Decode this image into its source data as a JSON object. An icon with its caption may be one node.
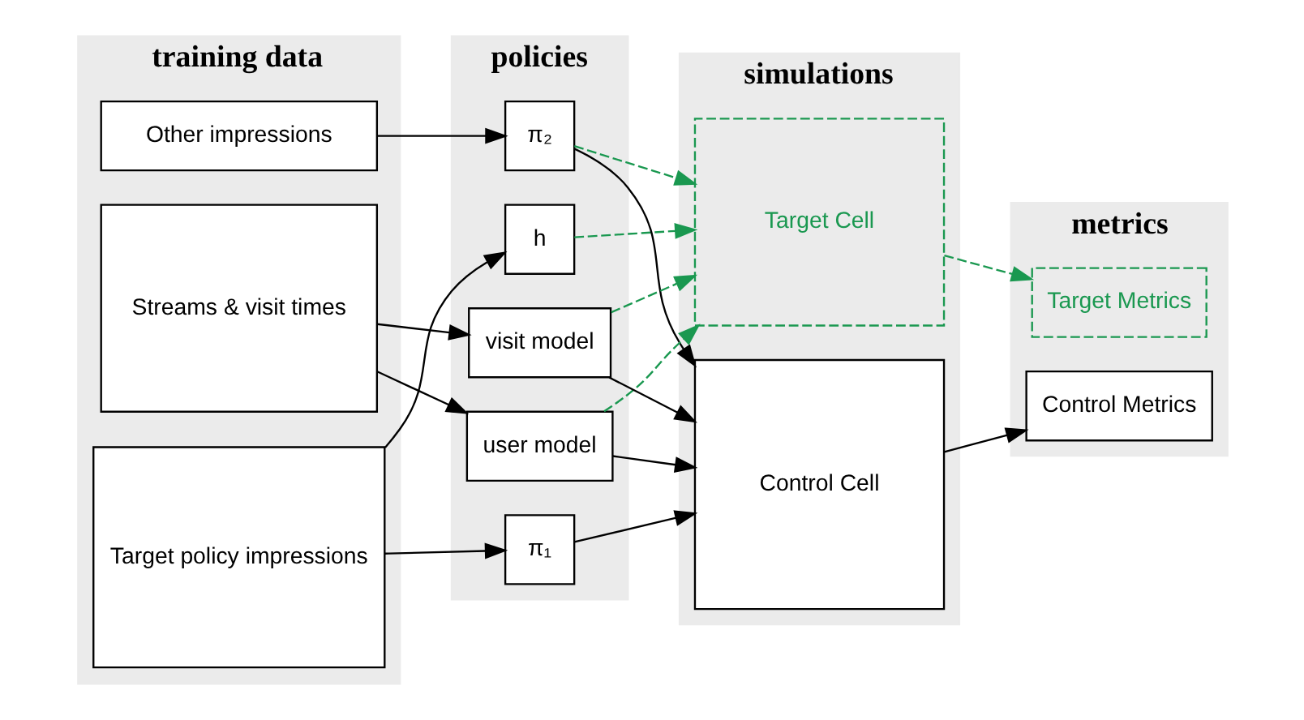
{
  "diagram": {
    "nodes": [
      {
        "text": [
          "training data"
        ]
      },
      {
        "text": [
          "Target policy impressions"
        ],
        "in": 0
      },
      {
        "text": [
          "Other impressions"
        ],
        "in": 0
      },
      {
        "text": [
          "Streams & visit times"
        ],
        "in": 0
      },
      {
        "text": [
          "policies"
        ]
      },
      {
        "text": [
          "h"
        ],
        "in": 4
      },
      {
        "text": [
          "π₁"
        ],
        "in": 4
      },
      {
        "text": [
          "π₂"
        ],
        "in": 4
      },
      {
        "text": [
          "user model"
        ],
        "in": 4
      },
      {
        "text": [
          "visit model"
        ],
        "in": 4
      },
      {
        "text": [
          "simulations"
        ]
      },
      {
        "text": [
          "Target Cell"
        ],
        "in": 10
      },
      {
        "text": [
          "Control Cell"
        ],
        "in": 10
      },
      {
        "text": [
          "metrics"
        ]
      },
      {
        "text": [
          "Target Metrics"
        ],
        "in": 13
      },
      {
        "text": [
          "Control Metrics"
        ],
        "in": 13
      }
    ],
    "edges": [
      {
        "from": 1,
        "to": 5,
        "arrow": "to"
      },
      {
        "from": 1,
        "to": 6,
        "arrow": "to"
      },
      {
        "from": 2,
        "to": 7,
        "arrow": "to"
      },
      {
        "from": 3,
        "to": 8,
        "arrow": "to"
      },
      {
        "from": 3,
        "to": 9,
        "arrow": "to"
      },
      {
        "from": 5,
        "to": 11,
        "arrow": "to",
        "style": "dashed",
        "color": "#1a9850"
      },
      {
        "from": 7,
        "to": 11,
        "arrow": "to",
        "style": "dashed",
        "color": "#1a9850"
      },
      {
        "from": 8,
        "to": 11,
        "arrow": "to",
        "style": "dashed",
        "color": "#1a9850"
      },
      {
        "from": 9,
        "to": 11,
        "arrow": "to",
        "style": "dashed",
        "color": "#1a9850"
      },
      {
        "from": 6,
        "to": 12,
        "arrow": "to"
      },
      {
        "from": 7,
        "to": 12,
        "arrow": "to"
      },
      {
        "from": 8,
        "to": 12,
        "arrow": "to"
      },
      {
        "from": 9,
        "to": 12,
        "arrow": "to"
      },
      {
        "from": 11,
        "to": 14,
        "arrow": "to",
        "style": "dashed",
        "color": "#1a9850"
      },
      {
        "from": 12,
        "to": 15,
        "arrow": "to"
      }
    ]
  }
}
